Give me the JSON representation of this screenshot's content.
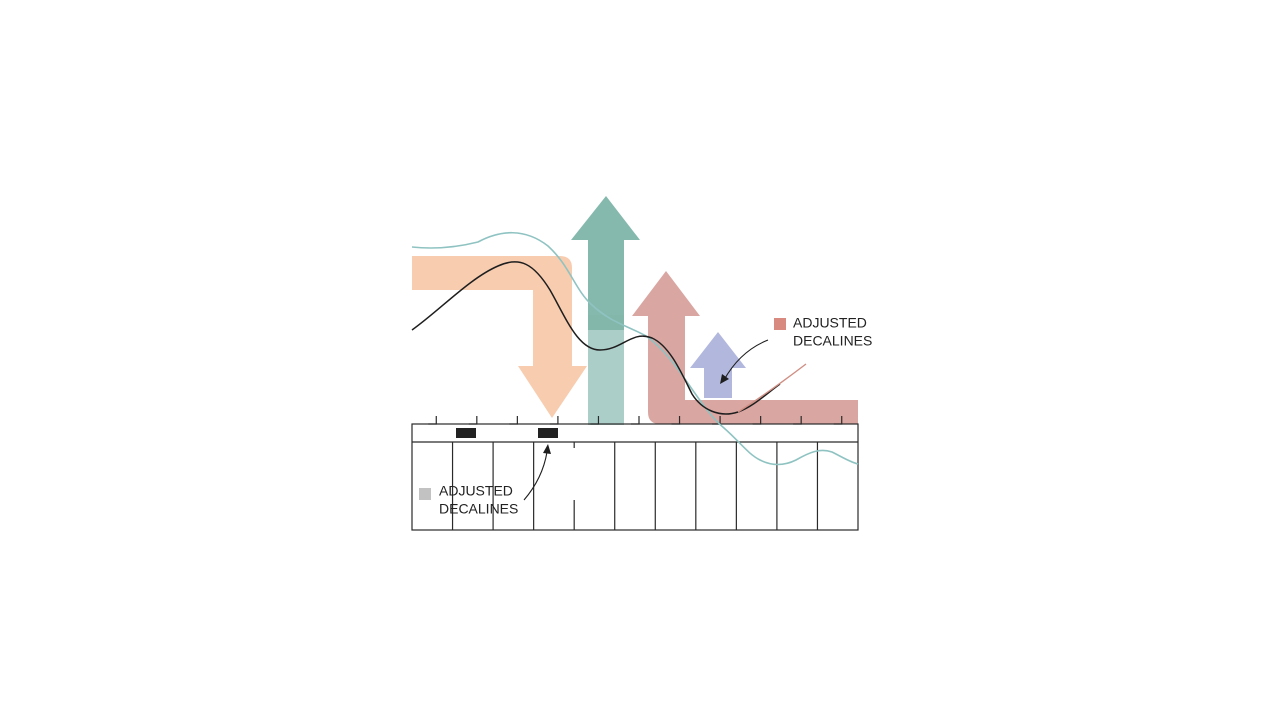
{
  "colors": {
    "orange_band": "#f6c6a6",
    "teal_arrow": "#7fb5a9",
    "teal_arrow_lower": "#a8cbc6",
    "red_arrow": "#d49a95",
    "violet_arrow": "#aab0d9",
    "teal_line": "#8fc3c2",
    "black_line": "#1e1e1e",
    "red_line": "#cf8f84",
    "grid": "#2a2a2a",
    "marker_black": "#222222",
    "legend_red": "#d98a80",
    "legend_gray": "#c2c2c2"
  },
  "labels": [
    {
      "id": "right",
      "line1": "ADJUSTED",
      "line2": "DECALINES",
      "swatch": "legend_red"
    },
    {
      "id": "left",
      "line1": "ADJUSTED",
      "line2": "DECALINES",
      "swatch": "legend_gray"
    }
  ],
  "icons": {
    "band": "orange-bent-arrow-icon",
    "up_large": "teal-up-arrow-icon",
    "up_medium": "red-bent-arrow-icon",
    "up_small": "violet-up-arrow-icon"
  }
}
